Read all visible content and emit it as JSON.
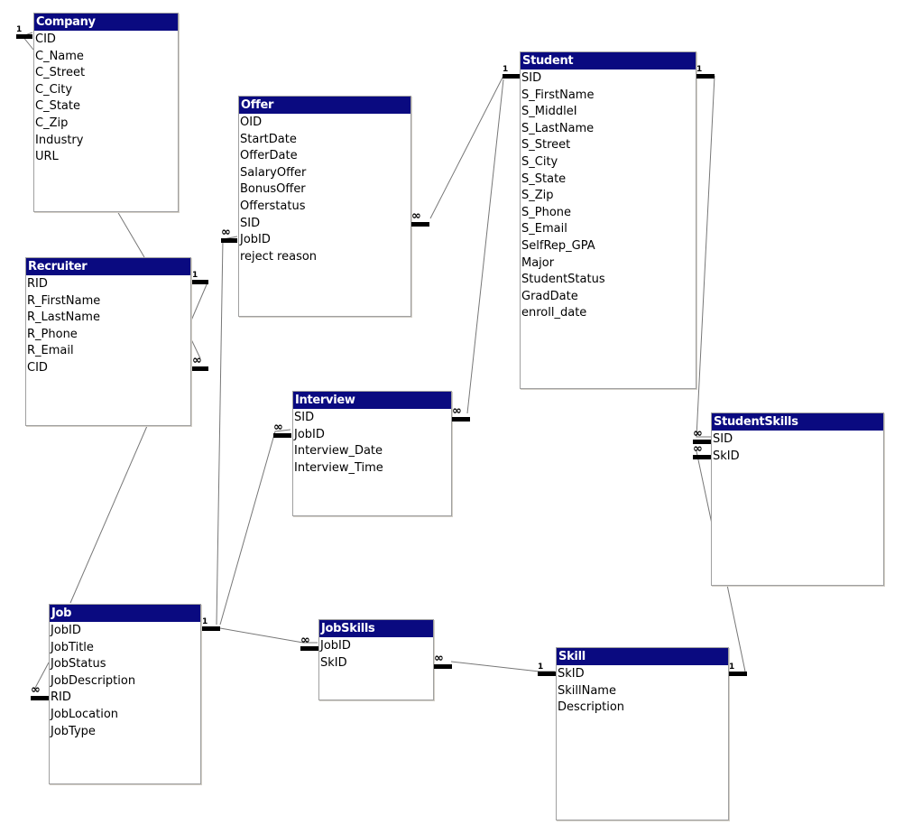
{
  "colors": {
    "title_bg": "#0a0a80",
    "title_fg": "#ffffff",
    "line": "#777777",
    "marker": "#000000"
  },
  "tables": [
    {
      "id": "company",
      "name": "Company",
      "fields": [
        "CID",
        "C_Name",
        "C_Street",
        "C_City",
        "C_State",
        "C_Zip",
        "Industry",
        "URL"
      ]
    },
    {
      "id": "offer",
      "name": "Offer",
      "fields": [
        "OID",
        "StartDate",
        "OfferDate",
        "SalaryOffer",
        "BonusOffer",
        "Offerstatus",
        "SID",
        "JobID",
        "reject reason"
      ]
    },
    {
      "id": "student",
      "name": "Student",
      "fields": [
        "SID",
        "S_FirstName",
        "S_MiddleI",
        "S_LastName",
        "S_Street",
        "S_City",
        "S_State",
        "S_Zip",
        "S_Phone",
        "S_Email",
        "SelfRep_GPA",
        "Major",
        "StudentStatus",
        "GradDate",
        "enroll_date"
      ]
    },
    {
      "id": "recruiter",
      "name": "Recruiter",
      "fields": [
        "RID",
        "R_FirstName",
        "R_LastName",
        "R_Phone",
        "R_Email",
        "CID"
      ]
    },
    {
      "id": "interview",
      "name": "Interview",
      "fields": [
        "SID",
        "JobID",
        "Interview_Date",
        "Interview_Time"
      ]
    },
    {
      "id": "studentskills",
      "name": "StudentSkills",
      "fields": [
        "SID",
        "SkID"
      ]
    },
    {
      "id": "job",
      "name": "Job",
      "fields": [
        "JobID",
        "JobTitle",
        "JobStatus",
        "JobDescription",
        "RID",
        "JobLocation",
        "JobType"
      ]
    },
    {
      "id": "jobskills",
      "name": "JobSkills",
      "fields": [
        "JobID",
        "SkID"
      ]
    },
    {
      "id": "skill",
      "name": "Skill",
      "fields": [
        "SkID",
        "SkillName",
        "Description"
      ]
    }
  ],
  "cardinality": {
    "one": "1",
    "many": "∞"
  }
}
